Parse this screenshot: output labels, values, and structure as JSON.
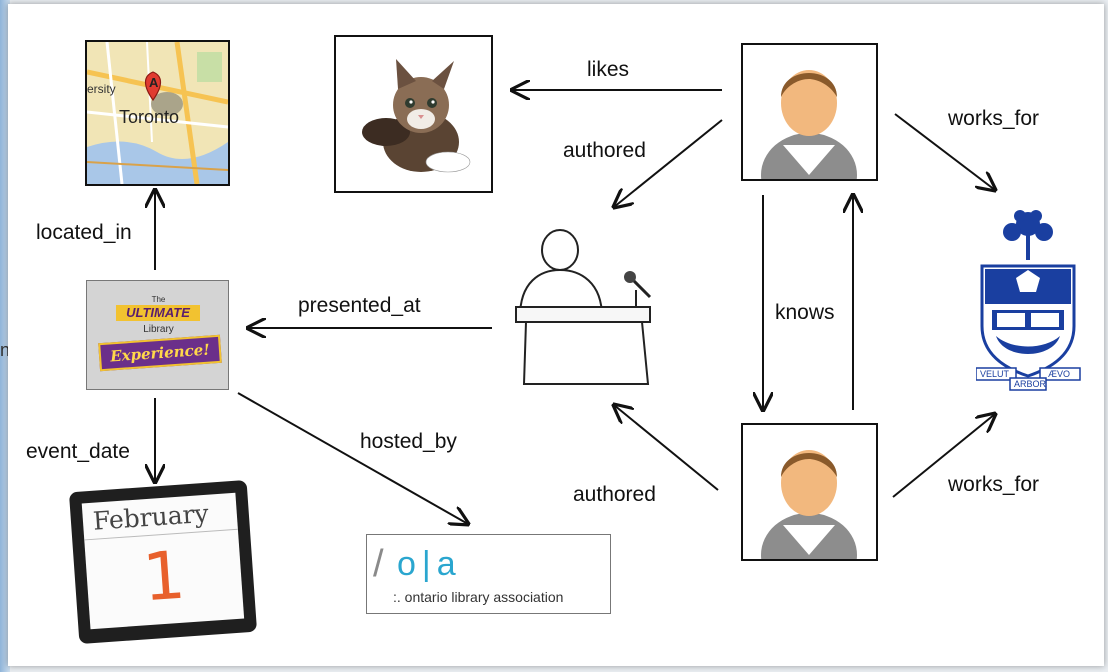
{
  "edges": {
    "likes": "likes",
    "authored_top": "authored",
    "works_for_top": "works_for",
    "located_in": "located_in",
    "presented_at": "presented_at",
    "knows": "knows",
    "event_date": "event_date",
    "hosted_by": "hosted_by",
    "authored_bottom": "authored",
    "works_for_bottom": "works_for"
  },
  "map": {
    "place_label": "Toronto",
    "pin_letter": "A",
    "edge_text": "ersity"
  },
  "library_logo": {
    "small": "The",
    "main": "ULTIMATE",
    "sub": "Library",
    "script": "Experience!"
  },
  "calendar": {
    "month": "February",
    "day": "1"
  },
  "ola": {
    "letters": "o|a",
    "slash": "/",
    "name": ":. ontario library association"
  },
  "crest": {
    "left_word": "VELUT",
    "right_word": "ÆVO",
    "bottom_word": "ARBOR"
  },
  "side_fragment": "n",
  "colors": {
    "arrow": "#111111",
    "crest_blue": "#1a3fa0",
    "calendar_day": "#e8602c",
    "ola_blue": "#2aa6cf"
  }
}
